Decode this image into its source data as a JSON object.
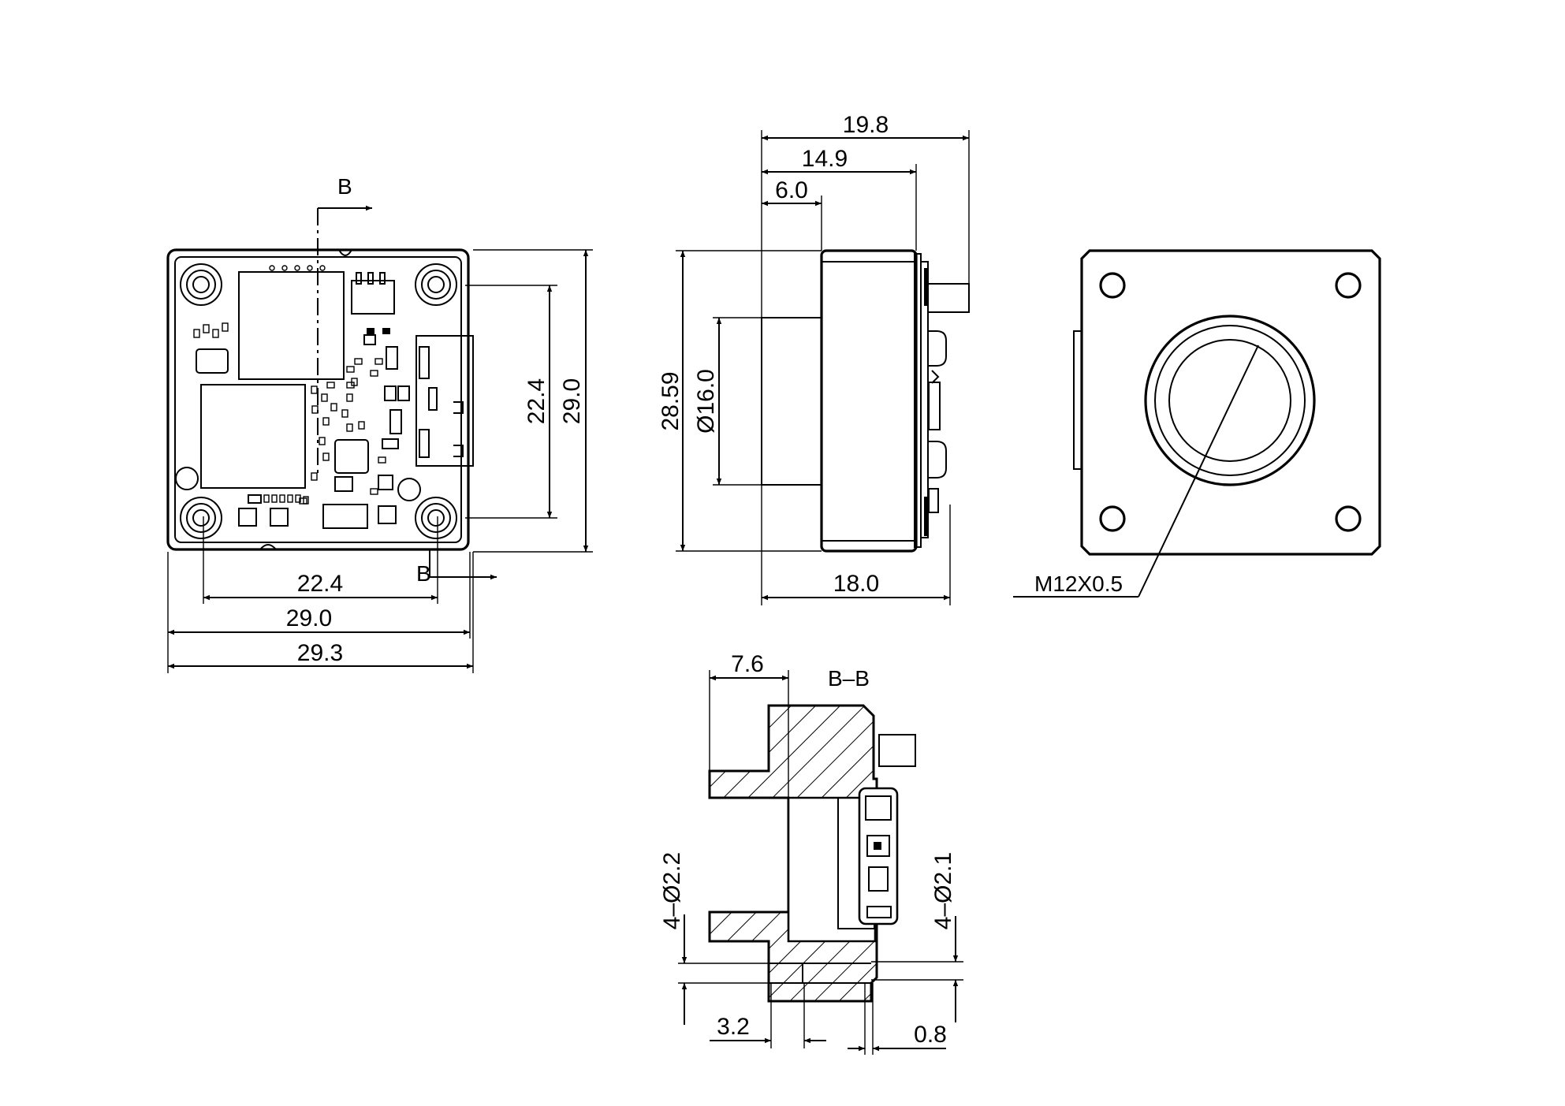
{
  "section_marker": "B",
  "section_label": "B–B",
  "front_view": {
    "dim_hole_spacing_horizontal": "22.4",
    "dim_width": "29.0",
    "dim_overall_width": "29.3",
    "dim_hole_spacing_vertical": "22.4",
    "dim_height": "29.0"
  },
  "side_view": {
    "dim_total_depth": "19.8",
    "dim_body_depth": "14.9",
    "dim_lens_mount": "6.0",
    "dim_body_height": "28.59",
    "dim_lens_diameter": "Ø16.0",
    "dim_bottom_depth": "18.0"
  },
  "back_view": {
    "thread_callout": "M12X0.5"
  },
  "section_view": {
    "dim_mount_depth": "7.6",
    "dim_holes_left": "4–Ø2.2",
    "dim_holes_right": "4–Ø2.1",
    "dim_flange": "3.2",
    "dim_gap": "0.8"
  }
}
